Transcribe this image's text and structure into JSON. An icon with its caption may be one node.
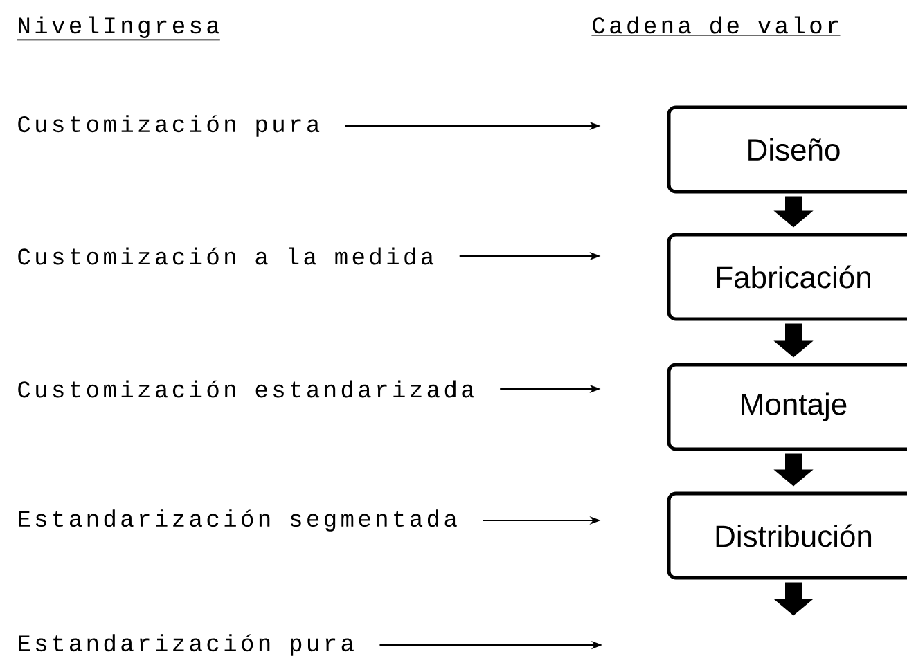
{
  "diagram": {
    "nodes": [
      {
        "text": [
          "Customización pura"
        ]
      },
      {
        "text": [
          "Customización a la medida"
        ]
      },
      {
        "text": [
          "Customización estandarizada"
        ]
      },
      {
        "text": [
          "Estandarización segmentada"
        ]
      },
      {
        "text": [
          "Estandarización pura"
        ]
      },
      {
        "text": [
          "Diseño"
        ]
      },
      {
        "text": [
          "Fabricación"
        ]
      },
      {
        "text": [
          "Montaje"
        ]
      },
      {
        "text": [
          "Distribución"
        ]
      }
    ],
    "edges": [
      {
        "from": 0,
        "to": 5,
        "arrow": "to"
      },
      {
        "from": 1,
        "to": 6,
        "arrow": "to"
      },
      {
        "from": 2,
        "to": 7,
        "arrow": "to"
      },
      {
        "from": 3,
        "to": 8,
        "arrow": "to"
      },
      {
        "from": 4,
        "to": null,
        "arrow": "to"
      },
      {
        "from": 5,
        "to": 6,
        "arrow": "to",
        "style": "thick"
      },
      {
        "from": 6,
        "to": 7,
        "arrow": "to",
        "style": "thick"
      },
      {
        "from": 7,
        "to": 8,
        "arrow": "to",
        "style": "thick"
      },
      {
        "from": 8,
        "to": null,
        "arrow": "to",
        "style": "thick"
      }
    ],
    "labels": [
      "NivelIngresa",
      "Cadena de valor"
    ]
  }
}
